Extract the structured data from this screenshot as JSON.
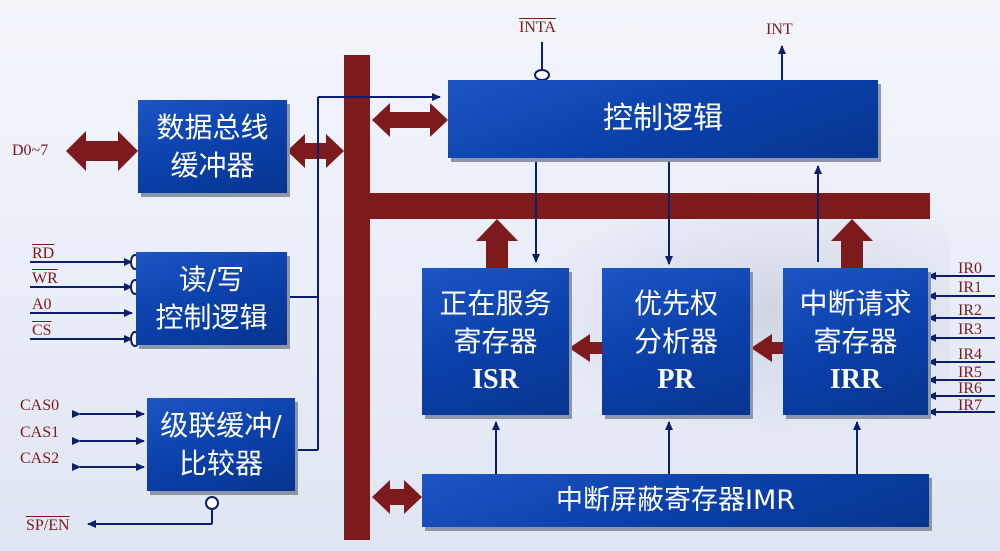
{
  "blocks": {
    "bus_buffer": {
      "line1": "数据总线",
      "line2": "缓冲器"
    },
    "rw_control": {
      "line1": "读/写",
      "line2": "控制逻辑"
    },
    "cascade": {
      "line1": "级联缓冲/",
      "line2": "比较器"
    },
    "control_logic": {
      "label": "控制逻辑"
    },
    "isr": {
      "line1": "正在服务",
      "line2": "寄存器",
      "abbr": "ISR"
    },
    "pr": {
      "line1": "优先权",
      "line2": "分析器",
      "abbr": "PR"
    },
    "irr": {
      "line1": "中断请求",
      "line2": "寄存器",
      "abbr": "IRR"
    },
    "imr": {
      "label": "中断屏蔽寄存器IMR"
    }
  },
  "pins": {
    "data_bus": "D0~7",
    "rd": "RD",
    "wr": "WR",
    "a0": "A0",
    "cs": "CS",
    "cas0": "CAS0",
    "cas1": "CAS1",
    "cas2": "CAS2",
    "sp_en": "SP/EN",
    "inta": "INTA",
    "int": "INT",
    "ir": [
      "IR0",
      "IR1",
      "IR2",
      "IR3",
      "IR4",
      "IR5",
      "IR6",
      "IR7"
    ]
  },
  "colors": {
    "block_blue": "#0a3fa8",
    "bus_red": "#7d1a1e",
    "signal_navy": "#0d1f6b",
    "pin_text": "#7a1a1a"
  }
}
